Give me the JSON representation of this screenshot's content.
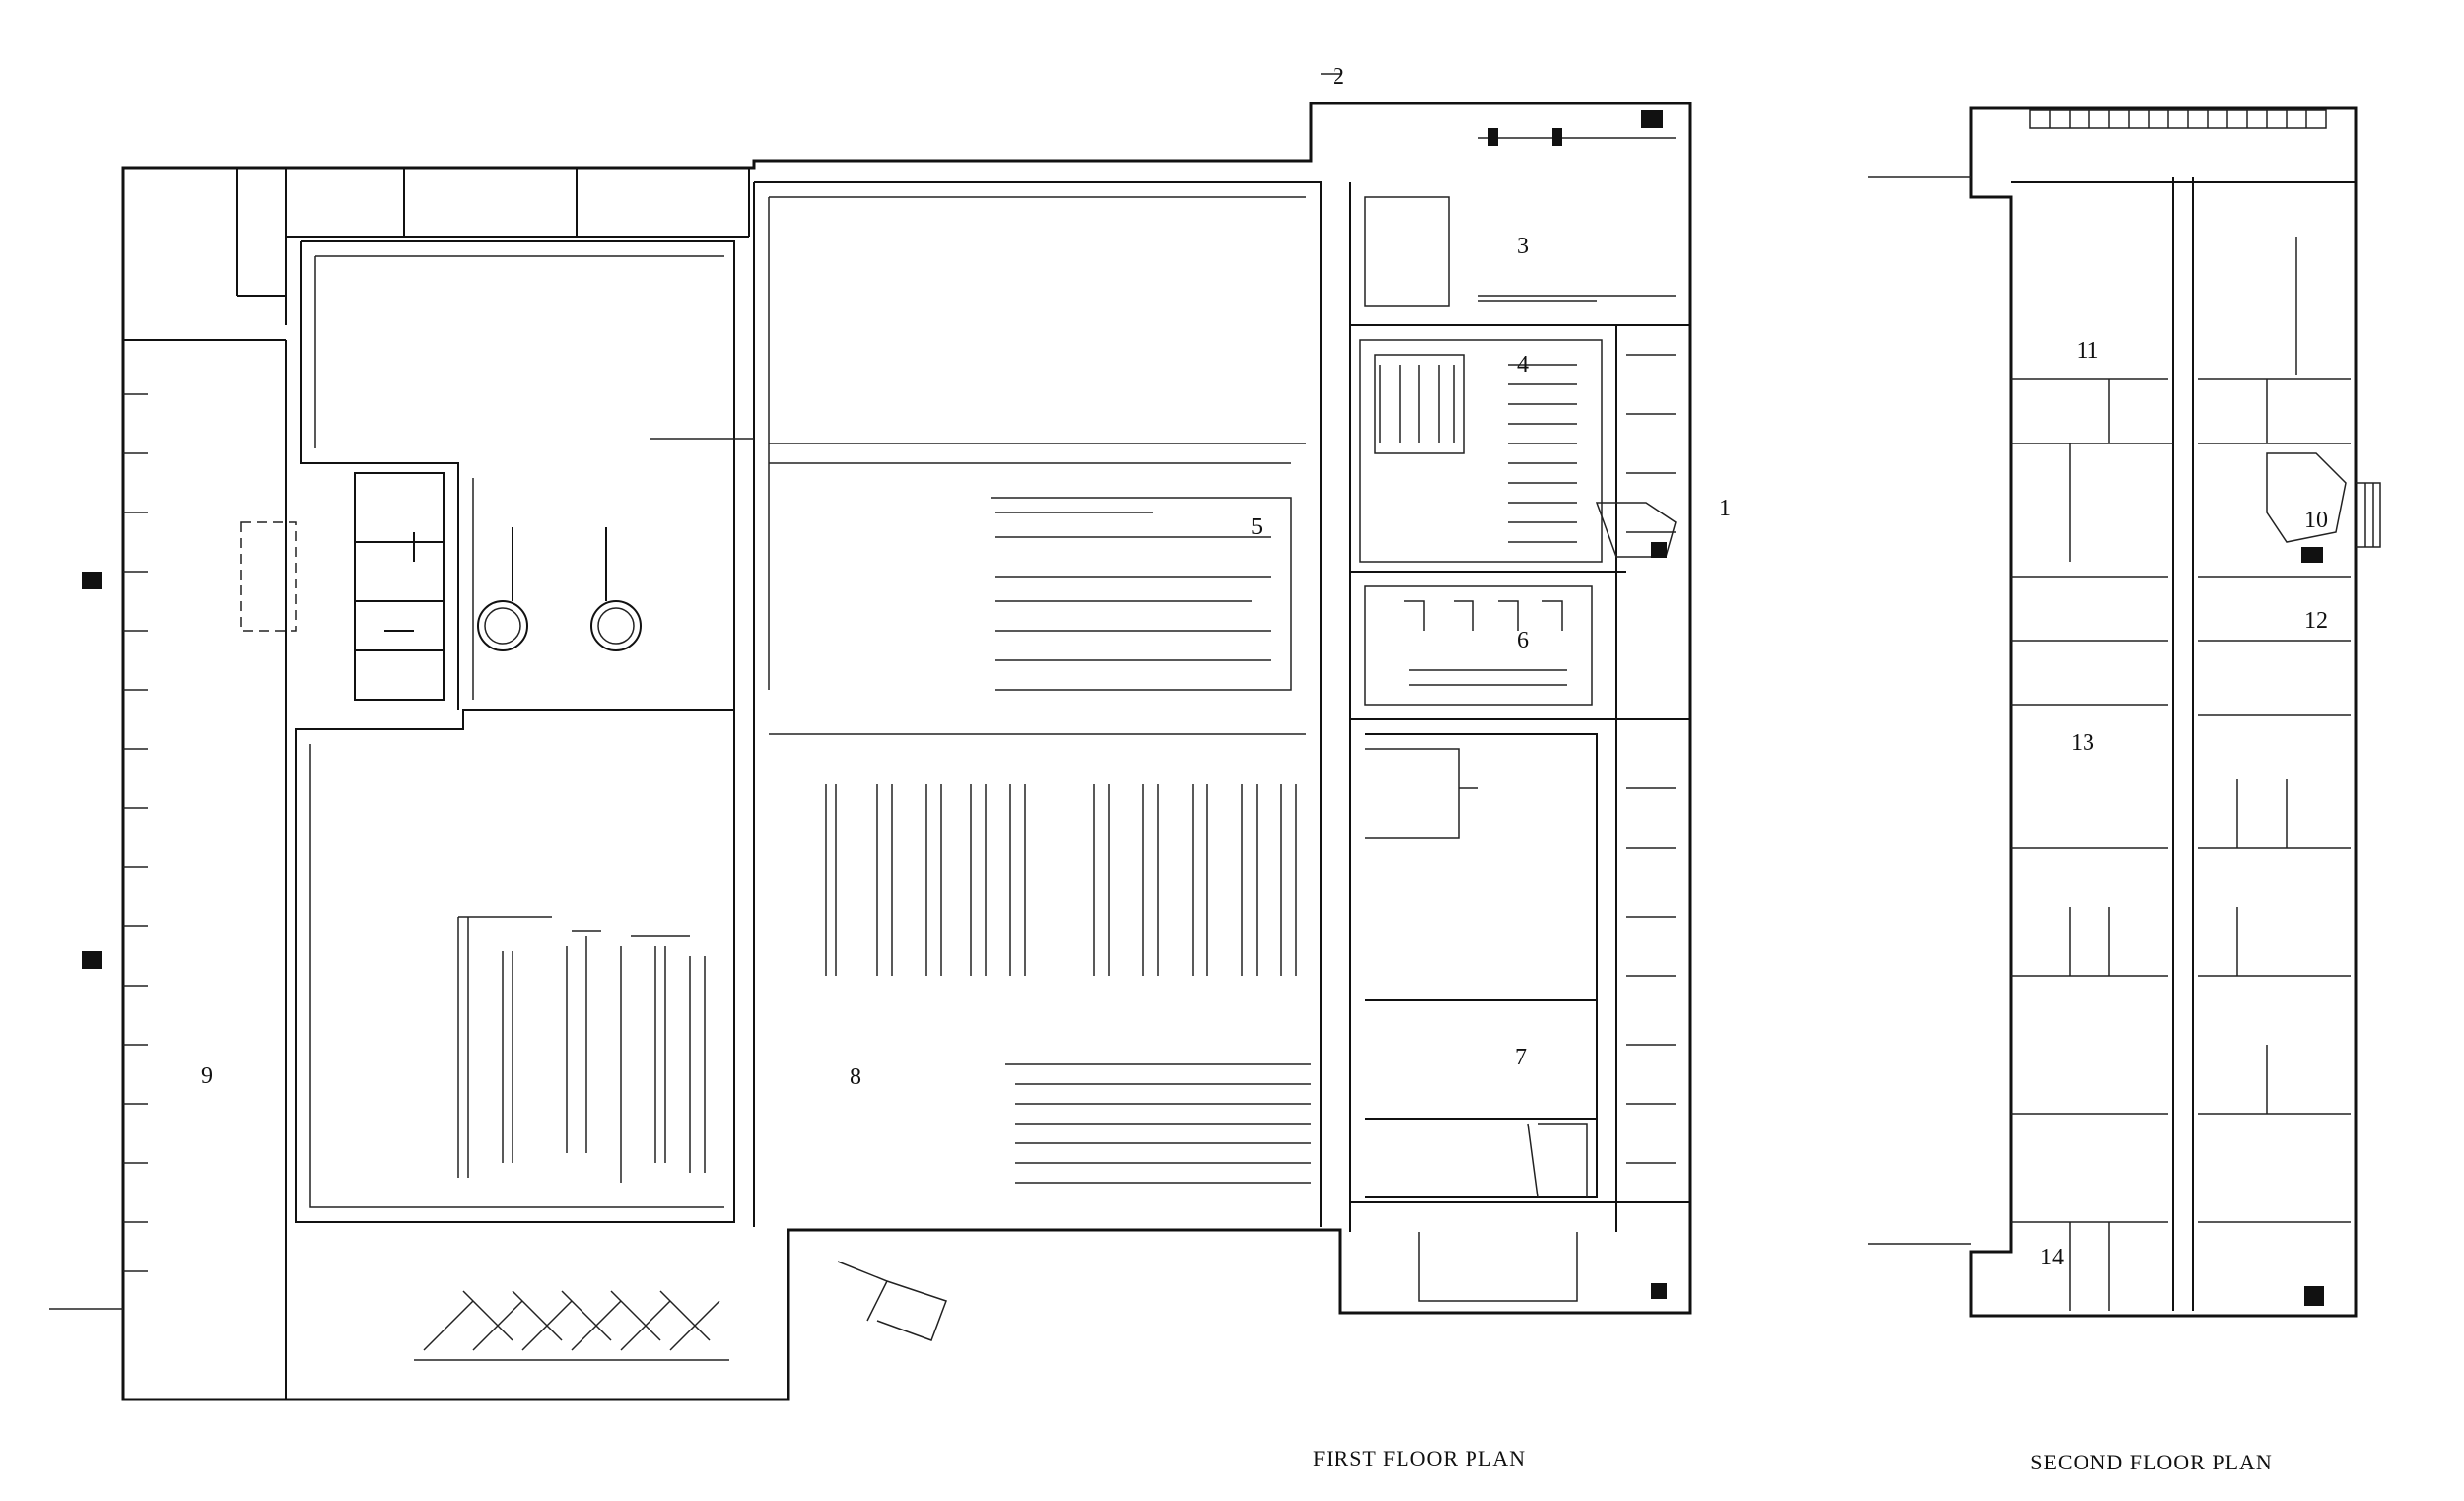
{
  "plans": [
    {
      "key": "first",
      "title": "FIRST FLOOR PLAN"
    },
    {
      "key": "second",
      "title": "SECOND FLOOR PLAN"
    }
  ],
  "room_labels": {
    "r1": "1",
    "r2": "2",
    "r3": "3",
    "r4": "4",
    "r5": "5",
    "r6": "6",
    "r7": "7",
    "r8": "8",
    "r9": "9",
    "r10": "10",
    "r11": "11",
    "r12": "12",
    "r13": "13",
    "r14": "14"
  }
}
